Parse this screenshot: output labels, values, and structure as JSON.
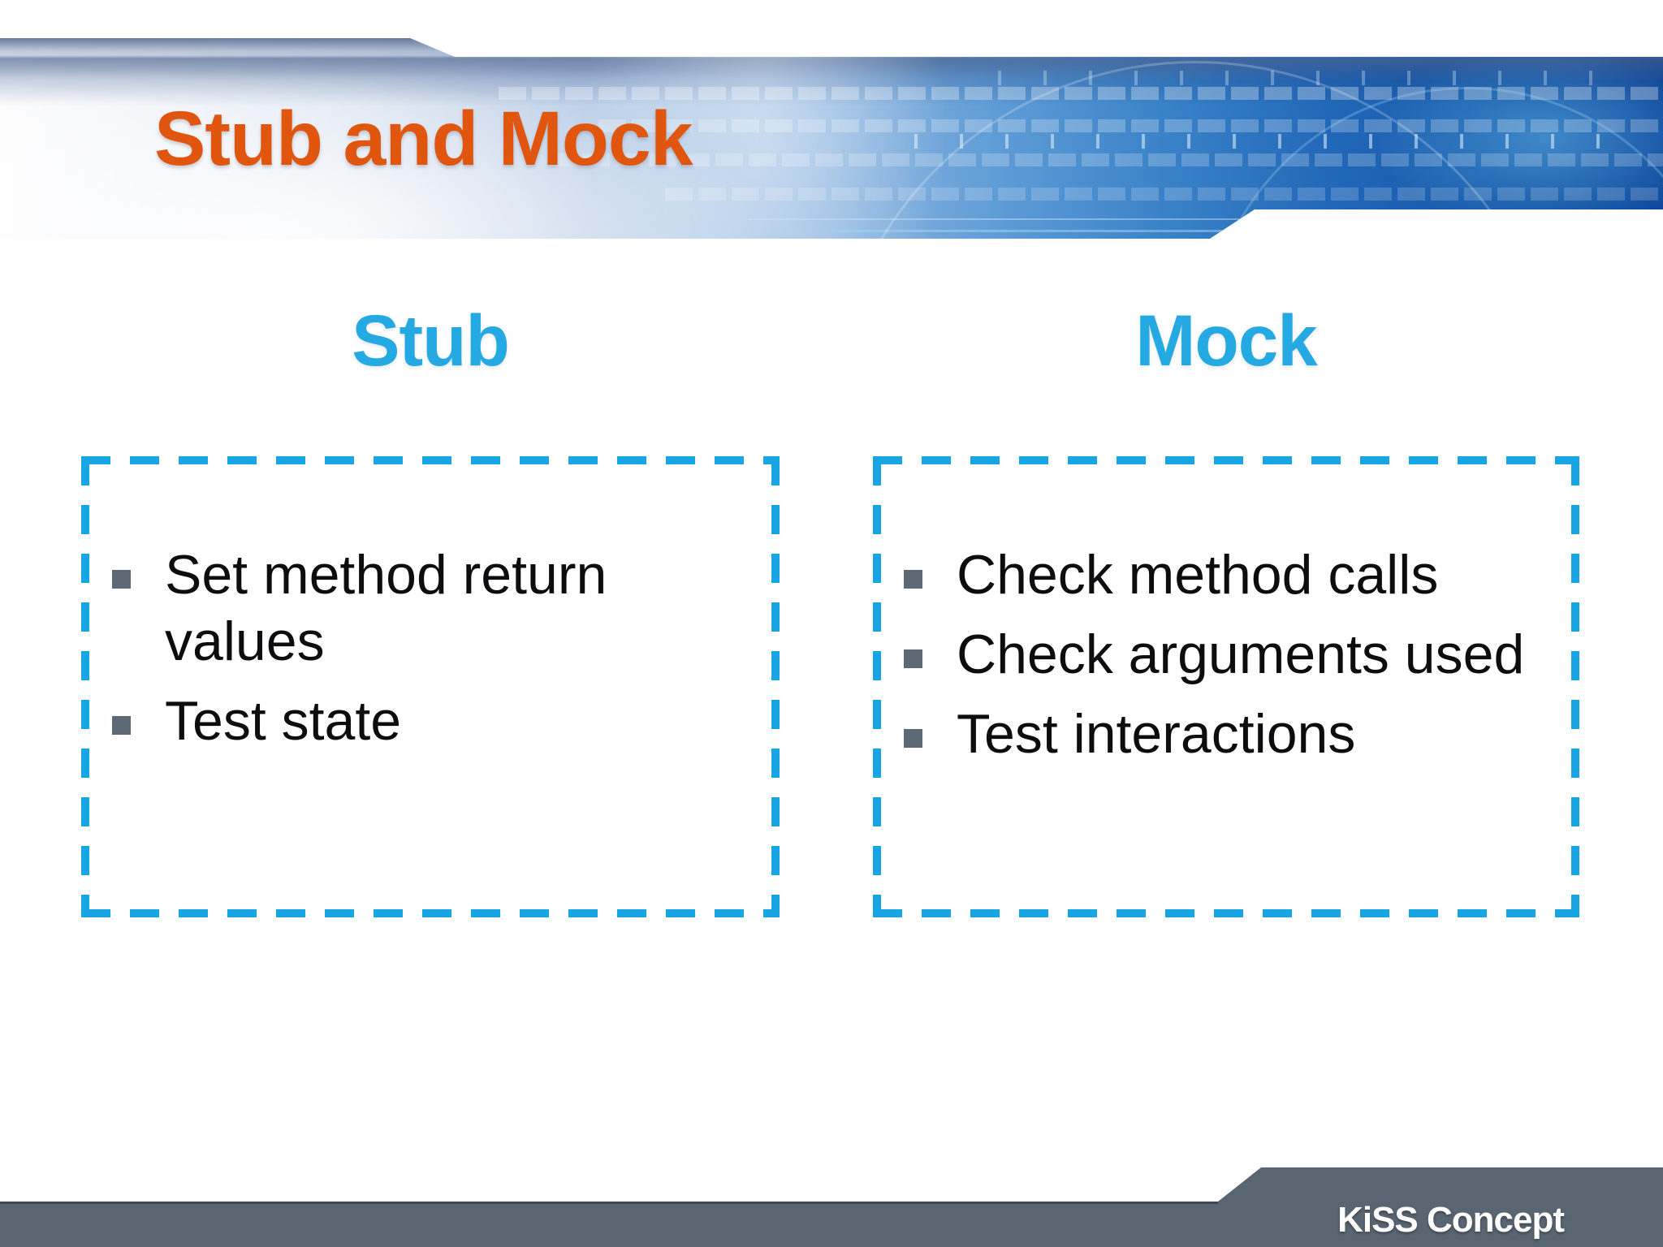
{
  "slide": {
    "title": "Stub and Mock",
    "footer_label": "KiSS Concept"
  },
  "columns": [
    {
      "heading": "Stub",
      "bullets": [
        "Set method return values",
        "Test state"
      ]
    },
    {
      "heading": "Mock",
      "bullets": [
        "Check method calls",
        "Check arguments used",
        "Test interactions"
      ]
    }
  ],
  "icons": {
    "bullet_marker": "square-bullet-icon"
  },
  "colors": {
    "title_orange": "#E0560E",
    "heading_cyan": "#24A9E2",
    "box_dash_cyan": "#17A5E4",
    "bullet_marker_gray": "#5C6873",
    "footer_gray": "#596672",
    "header_blue_deep": "#0D479C",
    "header_blue_mid": "#3A82C8",
    "background": "#FFFFFF"
  }
}
